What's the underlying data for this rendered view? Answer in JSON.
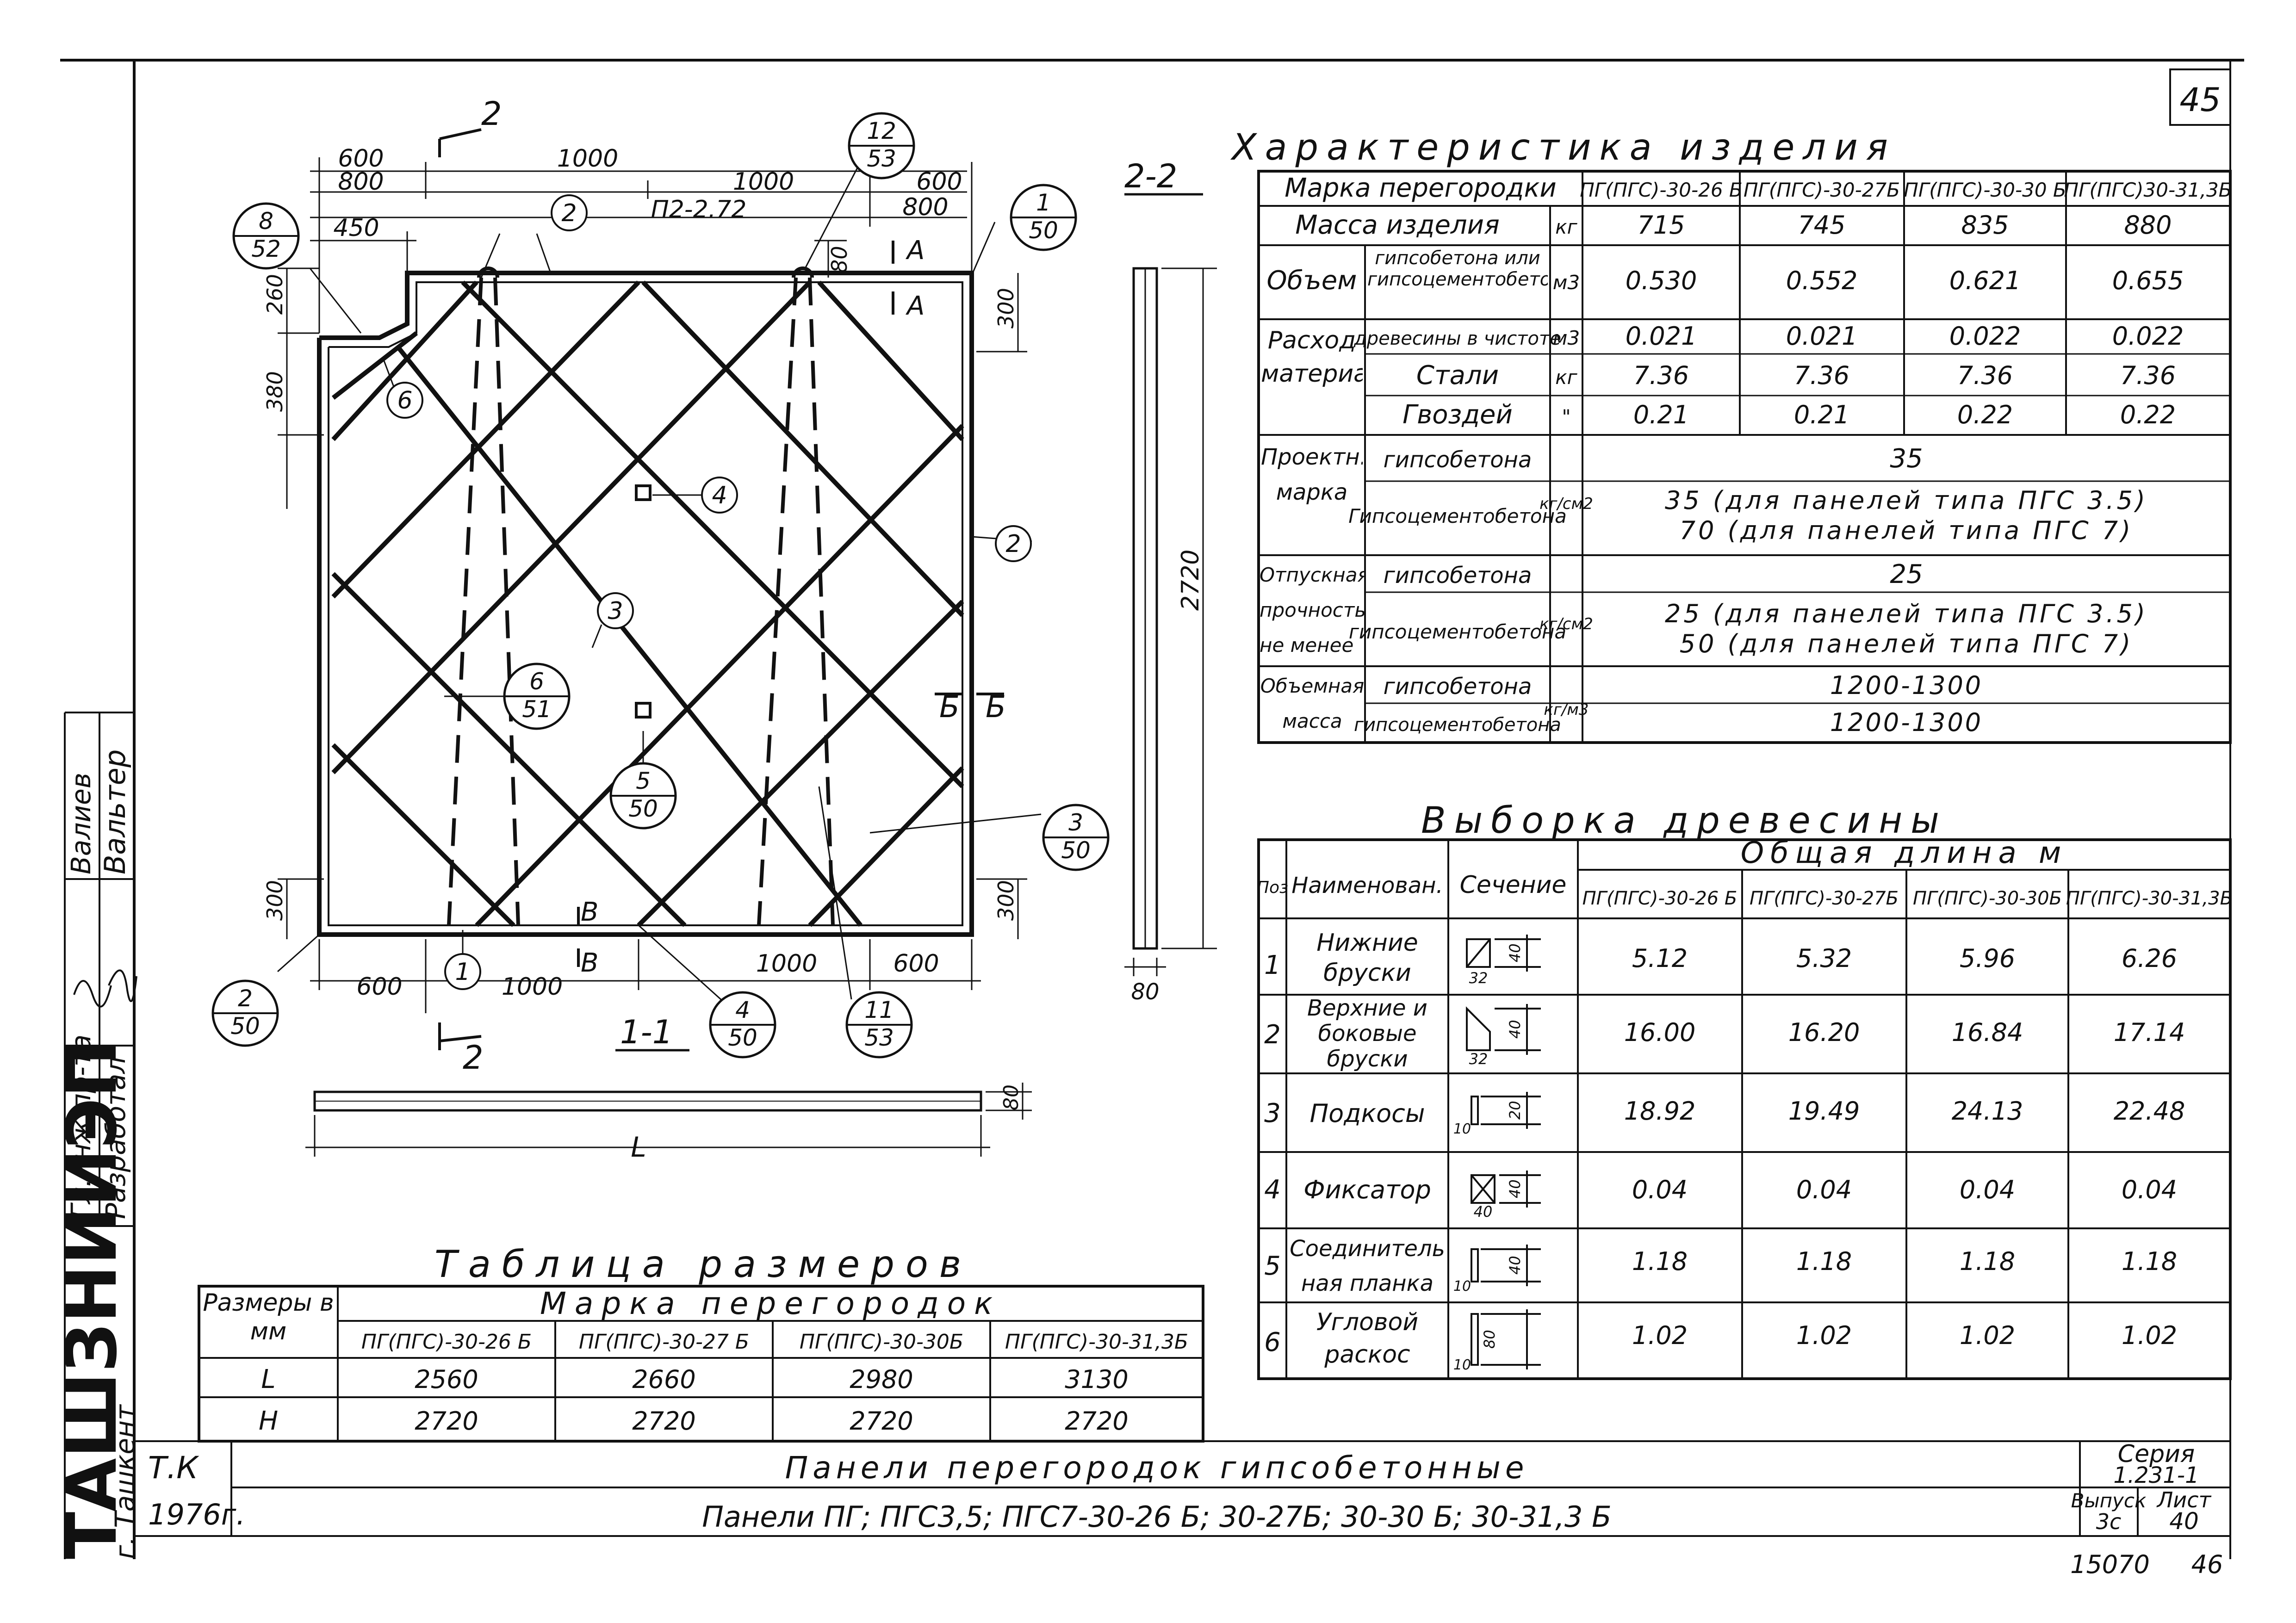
{
  "page_number": "45",
  "bottom_right": {
    "code": "15070",
    "num": "46"
  },
  "left_margin": {
    "org": "ТАШЗНИИЭП",
    "city": "г. Ташкент",
    "role_1": "Гл.инж.пр-та",
    "role_2": "Разработал",
    "name_1": "Валиев",
    "name_2": "Вальтер"
  },
  "title_block": {
    "initials": "Т.К",
    "year": "1976г.",
    "title": "Панели перегородок гипсобетонные",
    "subtitle": "Панели ПГ; ПГС3,5; ПГС7-30-26 Б; 30-27Б; 30-30 Б; 30-31,3 Б",
    "series_label": "Серия",
    "series": "1.231-1",
    "issue_label": "Выпуск",
    "issue": "3с",
    "sheet_label": "Лист",
    "sheet": "40"
  },
  "drawing": {
    "dim_top": [
      "600",
      "1000",
      "800",
      "1000",
      "600",
      "800",
      "450"
    ],
    "dim_left": [
      "260",
      "380",
      "300"
    ],
    "dim_right": [
      "300",
      "300"
    ],
    "dim_bottom": [
      "600",
      "1000",
      "1000",
      "600"
    ],
    "dim_80": "80",
    "panel_label": "П2-2.72",
    "section_22": "2-2",
    "section_11": "1-1",
    "cut_2": "2",
    "letters": {
      "A": "А",
      "B": "Б",
      "V": "В"
    },
    "height": "2720",
    "thickness": "80",
    "length_L": "L",
    "callouts": [
      {
        "num": "2"
      },
      {
        "num": "6"
      },
      {
        "num": "4"
      },
      {
        "num": "3"
      },
      {
        "num": "2"
      },
      {
        "num": "1"
      }
    ],
    "ref_circles": [
      {
        "top": "8",
        "bottom": "52"
      },
      {
        "top": "12",
        "bottom": "53"
      },
      {
        "top": "1",
        "bottom": "50"
      },
      {
        "top": "6",
        "bottom": "51"
      },
      {
        "top": "5",
        "bottom": "50"
      },
      {
        "top": "3",
        "bottom": "50"
      },
      {
        "top": "2",
        "bottom": "50"
      },
      {
        "top": "4",
        "bottom": "50"
      },
      {
        "top": "11",
        "bottom": "53"
      }
    ]
  },
  "characteristics": {
    "title": "Характеристика изделия",
    "marka_header": "Марка перегородки",
    "marks": [
      "ПГ(ПГС)-30-26 Б",
      "ПГ(ПГС)-30-27Б",
      "ПГ(ПГС)-30-30 Б",
      "ПГ(ПГС)30-31,3Б"
    ],
    "rows": {
      "massa": {
        "label": "Масса изделия",
        "unit": "кг",
        "values": [
          "715",
          "745",
          "835",
          "880"
        ]
      },
      "obem": {
        "label": "Объем",
        "sub": "гипсобетона или гипсоцементобетона",
        "unit": "м3",
        "values": [
          "0.530",
          "0.552",
          "0.621",
          "0.655"
        ]
      },
      "rashod_label": "Расход материалов",
      "drevesina": {
        "sub": "древесины в чистоте",
        "unit": "м3",
        "values": [
          "0.021",
          "0.021",
          "0.022",
          "0.022"
        ]
      },
      "stal": {
        "sub": "Стали",
        "unit": "кг",
        "values": [
          "7.36",
          "7.36",
          "7.36",
          "7.36"
        ]
      },
      "gvozdi": {
        "sub": "Гвоздей",
        "unit": "\"",
        "values": [
          "0.21",
          "0.21",
          "0.22",
          "0.22"
        ]
      },
      "proekt": {
        "label": "Проектн. марка",
        "sub1": "гипсобетона",
        "sub2": "Гипсоцементобетона",
        "unit": "кг/см2",
        "value1": "35",
        "value2a": "35 (для панелей типа ПГС 3.5)",
        "value2b": "70 (для панелей типа ПГС 7)"
      },
      "otpusk": {
        "label": "Отпускная прочность не менее",
        "sub1": "гипсобетона",
        "sub2": "гипсоцементобетона",
        "unit": "кг/см2",
        "value1": "25",
        "value2a": "25 (для панелей типа ПГС 3.5)",
        "value2b": "50 (для панелей типа ПГС 7)"
      },
      "obemnaya": {
        "label": "Объемная масса",
        "sub1": "гипсобетона",
        "sub2": "гипсоцементобетона",
        "unit": "кг/м3",
        "value1": "1200-1300",
        "value2": "1200-1300"
      }
    }
  },
  "wood": {
    "title": "Выборка древесины",
    "col_pos": "Поз",
    "col_name": "Наименован.",
    "col_section": "Сечение",
    "col_total": "Общая длина м",
    "marks": [
      "ПГ(ПГС)-30-26 Б",
      "ПГ(ПГС)-30-27Б",
      "ПГ(ПГС)-30-30Б",
      "ПГ(ПГС)-30-31,3Б"
    ],
    "rows": [
      {
        "pos": "1",
        "name1": "Нижние",
        "name2": "бруски",
        "name3": "",
        "dims": [
          "40",
          "32"
        ],
        "values": [
          "5.12",
          "5.32",
          "5.96",
          "6.26"
        ]
      },
      {
        "pos": "2",
        "name1": "Верхние и",
        "name2": "боковые",
        "name3": "бруски",
        "dims": [
          "40",
          "32"
        ],
        "values": [
          "16.00",
          "16.20",
          "16.84",
          "17.14"
        ]
      },
      {
        "pos": "3",
        "name1": "Подкосы",
        "name2": "",
        "name3": "",
        "dims": [
          "20",
          "10"
        ],
        "values": [
          "18.92",
          "19.49",
          "24.13",
          "22.48"
        ]
      },
      {
        "pos": "4",
        "name1": "Фиксатор",
        "name2": "",
        "name3": "",
        "dims": [
          "40",
          "40"
        ],
        "values": [
          "0.04",
          "0.04",
          "0.04",
          "0.04"
        ]
      },
      {
        "pos": "5",
        "name1": "Соединитель",
        "name2": "ная планка",
        "name3": "",
        "dims": [
          "40",
          "10"
        ],
        "values": [
          "1.18",
          "1.18",
          "1.18",
          "1.18"
        ]
      },
      {
        "pos": "6",
        "name1": "Угловой",
        "name2": "раскос",
        "name3": "",
        "dims": [
          "80",
          "10"
        ],
        "values": [
          "1.02",
          "1.02",
          "1.02",
          "1.02"
        ]
      }
    ]
  },
  "sizes": {
    "title": "Таблица размеров",
    "col_label": "Размеры в мм",
    "marka_header": "Марка перегородок",
    "marks": [
      "ПГ(ПГС)-30-26 Б",
      "ПГ(ПГС)-30-27 Б",
      "ПГ(ПГС)-30-30Б",
      "ПГ(ПГС)-30-31,3Б"
    ],
    "rows": [
      {
        "label": "L",
        "values": [
          "2560",
          "2660",
          "2980",
          "3130"
        ]
      },
      {
        "label": "H",
        "values": [
          "2720",
          "2720",
          "2720",
          "2720"
        ]
      }
    ]
  }
}
